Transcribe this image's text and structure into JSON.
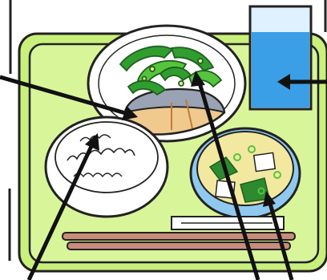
{
  "scene": {
    "items": [
      "tray",
      "rice-bowl",
      "side-dish-plate",
      "grilled-fish",
      "green-vegetables",
      "miso-soup-bowl",
      "water-glass",
      "chopsticks",
      "placemat-card"
    ]
  },
  "colors": {
    "tray_fill": "#c9f07a",
    "tray_inner": "#d8f59a",
    "outline": "#222222",
    "rice": "#ffffff",
    "fish_skin": "#9aa3b3",
    "fish_flesh": "#f0c98e",
    "greens_dark": "#2f9e2f",
    "greens_light": "#56c43c",
    "soup_broth": "#f2e8a0",
    "soup_bowl_rim": "#8fc9f0",
    "wakame": "#2e8a2e",
    "tofu": "#ffffff",
    "water": "#3a9fe6",
    "glass": "#dff0ff",
    "chopsticks": "#c98c7a",
    "arrow": "#111111"
  },
  "icons": [
    "arrow-pointer-icon"
  ]
}
